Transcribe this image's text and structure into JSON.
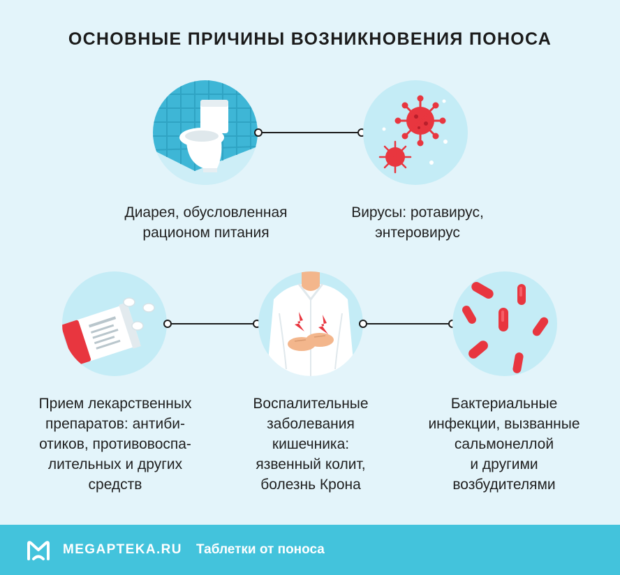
{
  "title": "Основные причины возникновения поноса",
  "causes": [
    {
      "lines": [
        "Диарея, обусловленная",
        "рационом питания"
      ],
      "icon": "toilet-icon"
    },
    {
      "lines": [
        "Вирусы: ротавирус,",
        "энтеровирус"
      ],
      "icon": "virus-icon"
    },
    {
      "lines": [
        "Прием лекарственных",
        "препаратов: антиби-",
        "отиков, противовоспа-",
        "лительных и других",
        "средств"
      ],
      "icon": "pills-icon"
    },
    {
      "lines": [
        "Воспалительные",
        "заболевания",
        "кишечника:",
        "язвенный колит,",
        "болезнь Крона"
      ],
      "icon": "stomach-pain-icon"
    },
    {
      "lines": [
        "Бактериальные",
        "инфекции, вызванные",
        "сальмонеллой",
        "и другими",
        "возбудителями"
      ],
      "icon": "bacteria-icon"
    }
  ],
  "footer": {
    "brand": "MEGAPTEKA.RU",
    "link": "Таблетки от поноса"
  },
  "colors": {
    "background": "#e3f4fa",
    "circle": "#c4ecf6",
    "footer": "#43c3dc",
    "accent_red": "#e8363f"
  }
}
